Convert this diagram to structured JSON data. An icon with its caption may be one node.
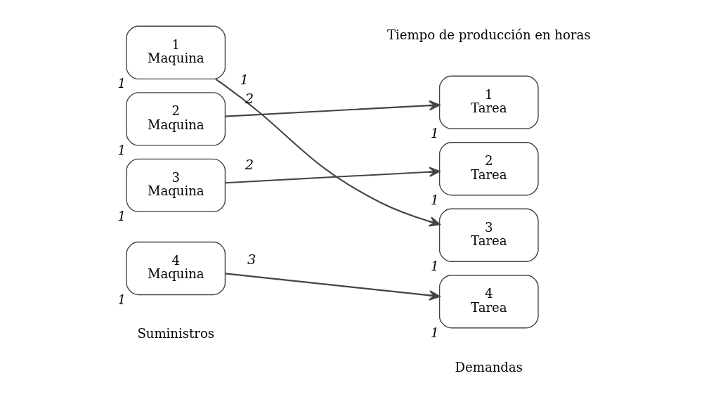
{
  "diagram": {
    "nodes": [
      {
        "text": [
          "1",
          "Maquina"
        ],
        "beside": [
          "1"
        ]
      },
      {
        "text": [
          "2",
          "Maquina"
        ],
        "beside": [
          "1"
        ]
      },
      {
        "text": [
          "3",
          "Maquina"
        ],
        "beside": [
          "1"
        ]
      },
      {
        "text": [
          "4",
          "Maquina"
        ],
        "beside": [
          "1"
        ]
      },
      {
        "text": [
          "1",
          "Tarea"
        ],
        "beside": [
          "1"
        ]
      },
      {
        "text": [
          "2",
          "Tarea"
        ],
        "beside": [
          "1"
        ]
      },
      {
        "text": [
          "3",
          "Tarea"
        ],
        "beside": [
          "1"
        ]
      },
      {
        "text": [
          "4",
          "Tarea"
        ],
        "beside": [
          "1"
        ]
      }
    ],
    "edges": [
      {
        "from": 0,
        "to": 6,
        "arrow": "to",
        "label": "1"
      },
      {
        "from": 1,
        "to": 4,
        "arrow": "to",
        "label": "2"
      },
      {
        "from": 2,
        "to": 5,
        "arrow": "to",
        "label": "2"
      },
      {
        "from": 3,
        "to": 7,
        "arrow": "to",
        "label": "3"
      }
    ],
    "labels": [
      "Tiempo de producción en horas",
      "Suministros",
      "Demandas"
    ]
  }
}
